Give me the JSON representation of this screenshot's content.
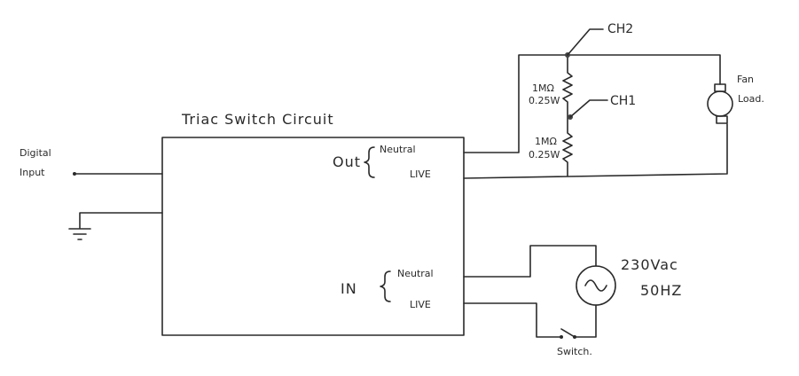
{
  "title": "Triac Switch Circuit",
  "digital_input": {
    "line1": "Digital",
    "line2": "Input"
  },
  "output": {
    "label": "Out",
    "neutral": "Neutral",
    "live": "LIVE"
  },
  "input": {
    "label": "IN",
    "neutral": "Neutral",
    "live": "LIVE"
  },
  "probes": {
    "ch2": "CH2",
    "ch1": "CH1"
  },
  "resistors": [
    {
      "value": "1MΩ",
      "power": "0.25W"
    },
    {
      "value": "1MΩ",
      "power": "0.25W"
    }
  ],
  "load": {
    "line1": "Fan",
    "line2": "Load."
  },
  "source": {
    "voltage": "230Vac",
    "frequency": "50HZ"
  },
  "switch_label": "Switch."
}
